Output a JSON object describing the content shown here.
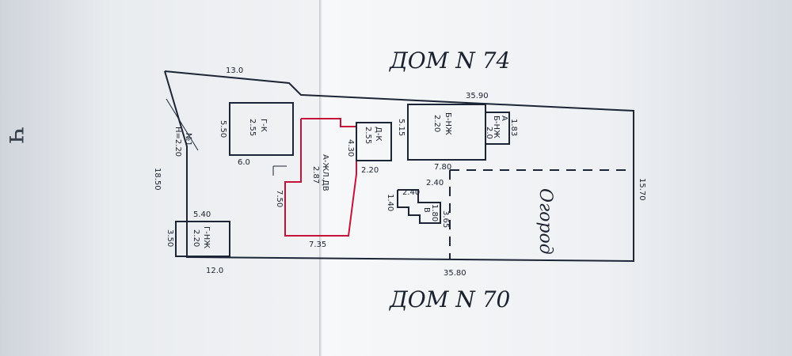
{
  "headers": {
    "top": "ДОМ N 74",
    "bottom": "ДОМ N 70"
  },
  "dimensions": {
    "top_left": "13.0",
    "top_right": "35.90",
    "bottom_left": "12.0",
    "bottom_right": "35.80",
    "right_side": "15.70",
    "left_side": "18.50"
  },
  "buildings": {
    "g_k": {
      "label": "Г-К",
      "value": "2.55",
      "side": "5.50",
      "bottom": "6.0"
    },
    "a_main": {
      "label": "А-ЖЛ.ДВ",
      "value": "2.87",
      "side": "7.50",
      "bottom": "7.35"
    },
    "a_k": {
      "label": "Д-К",
      "value": "2.55",
      "side": "4.30",
      "bottom": "2.20"
    },
    "b_main": {
      "label": "Б-НЖ",
      "value": "2.20",
      "side": "5.15",
      "bottom": "7.80"
    },
    "b_small": {
      "label": "Б-НЖ",
      "letter": "А",
      "value": "2.0",
      "side": "1.83"
    },
    "v": {
      "label": "В",
      "value": "1.80",
      "dim_a": "2.40",
      "dim_b": "2.40",
      "dim_c": "1.40",
      "dim_d": "3.65"
    },
    "g_nj": {
      "label": "Г-НЖ",
      "value": "2.20",
      "side": "3.50",
      "top": "5.40"
    },
    "well": {
      "label": "№1",
      "sub": "Н=2.20"
    }
  },
  "garden_label": "Огород",
  "margin_note": "ч"
}
